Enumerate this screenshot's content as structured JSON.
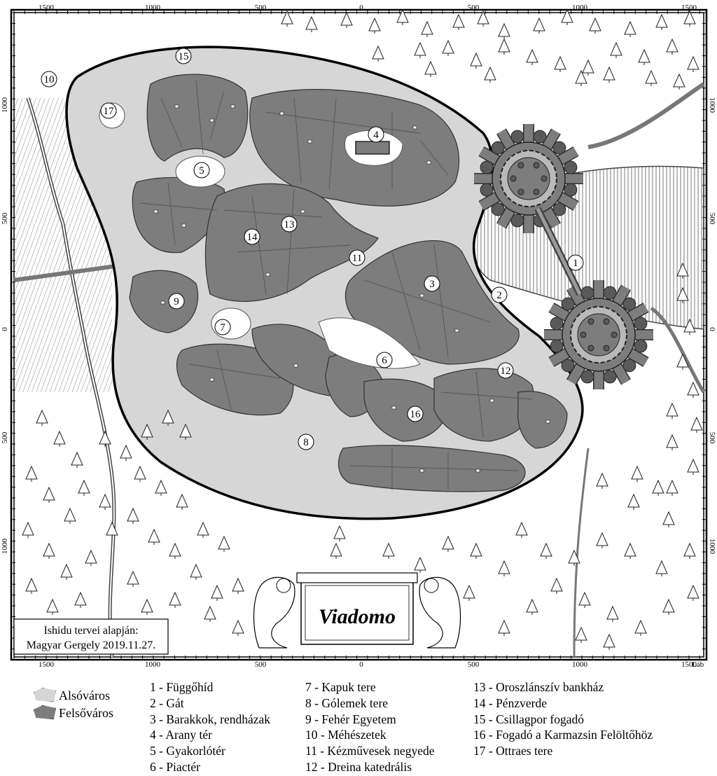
{
  "map": {
    "scale_top": [
      "1500",
      "1000",
      "500",
      "0",
      "500",
      "1000",
      "1500"
    ],
    "scale_bottom": [
      "1500",
      "1000",
      "500",
      "0",
      "500",
      "1000",
      "1500"
    ],
    "scale_left": [
      "1000",
      "500",
      "0",
      "500",
      "1000"
    ],
    "scale_right": [
      "1000",
      "500",
      "0",
      "500",
      "1000"
    ],
    "unit_label": "Láb",
    "markers": [
      "1",
      "2",
      "3",
      "4",
      "5",
      "6",
      "7",
      "8",
      "9",
      "10",
      "11",
      "12",
      "13",
      "14",
      "15",
      "16",
      "17"
    ],
    "credit_line1": "Ishidu tervei alapján:",
    "credit_line2": "Magyar Gergely 2019.11.27.",
    "cartouche_title": "Viadomo"
  },
  "legend": {
    "zones": [
      {
        "label": "Alsóváros",
        "color": "#d6d6d6"
      },
      {
        "label": "Felsőváros",
        "color": "#7d7d7d"
      }
    ],
    "col1": [
      "1 - Függőhíd",
      "2 - Gát",
      "3 - Barakkok, rendházak",
      "4 - Arany tér",
      "5 - Gyakorlótér",
      "6 - Piactér"
    ],
    "col2": [
      "7 - Kapuk tere",
      "8 - Gólemek tere",
      "9 - Fehér Egyetem",
      "10 - Méhészetek",
      "11 - Kézművesek negyede",
      "12 - Dreina katedrális"
    ],
    "col3": [
      "13 - Oroszlánszív bankház",
      "14 - Pénzverde",
      "15 - Csillagpor fogadó",
      "16 - Fogadó a Karmazsin Felöltőhöz",
      "17 - Ottraes tere"
    ]
  }
}
